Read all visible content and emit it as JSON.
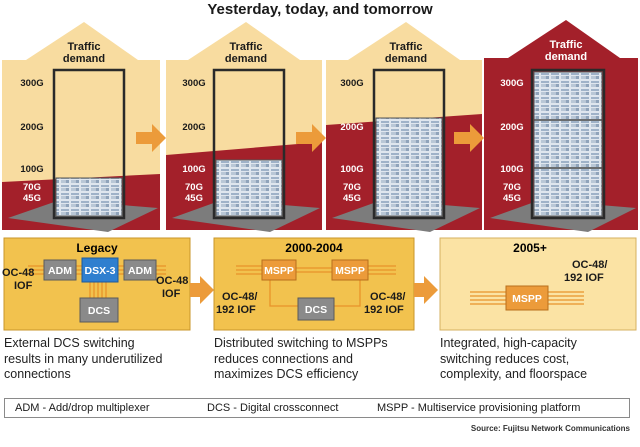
{
  "title": "Yesterday, today, and tomorrow",
  "stages": [
    {
      "arrow_label": [
        "Traffic",
        "demand"
      ],
      "ticks": [
        "300G",
        "200G",
        "100G",
        "70G",
        "45G"
      ]
    },
    {
      "arrow_label": [
        "Traffic",
        "demand"
      ],
      "ticks": [
        "300G",
        "200G",
        "100G",
        "70G",
        "45G"
      ]
    },
    {
      "arrow_label": [
        "Traffic",
        "demand"
      ],
      "ticks": [
        "300G",
        "200G",
        "100G",
        "70G",
        "45G"
      ]
    },
    {
      "arrow_label": [
        "Traffic",
        "demand"
      ],
      "ticks": [
        "300G",
        "200G",
        "100G",
        "70G",
        "45G"
      ]
    }
  ],
  "panels": [
    {
      "title": "Legacy",
      "labels": {
        "oc_left": [
          "OC-48",
          "IOF"
        ],
        "oc_right": [
          "OC-48",
          "IOF"
        ],
        "adm_left": "ADM",
        "dsx": "DSX-3",
        "adm_right": "ADM",
        "dcs": "DCS"
      }
    },
    {
      "title": "2000-2004",
      "labels": {
        "mspp_left": "MSPP",
        "mspp_right": "MSPP",
        "dcs": "DCS",
        "oc_left": [
          "OC-48/",
          "192 IOF"
        ],
        "oc_right": [
          "OC-48/",
          "192 IOF"
        ]
      }
    },
    {
      "title": "2005+",
      "labels": {
        "oc": [
          "OC-48/",
          "192 IOF"
        ],
        "mspp": "MSPP"
      }
    }
  ],
  "descriptions": [
    [
      "External DCS switching",
      "results in many underutilized",
      "connections"
    ],
    [
      "Distributed switching to MSPPs",
      "reduces connections and",
      "maximizes DCS efficiency"
    ],
    [
      "Integrated, high-capacity",
      "switching reduces cost,",
      "complexity, and floorspace"
    ]
  ],
  "legend": [
    "ADM - Add/drop multiplexer",
    "DCS - Digital crossconnect",
    "MSPP - Multiservice provisioning platform"
  ],
  "source": "Source: Fujitsu Network Communications",
  "colors": {
    "arrow_light": "#f8dca0",
    "arrow_dark": "#a3202a",
    "panel_fill": "#f2c24e",
    "panel_light": "#fbe3a4",
    "connector_arrow": "#ec9b3a",
    "device_blue": "#2f7fcf",
    "device_gray": "#8a8a8a",
    "floor_gray": "#7c7c7c"
  }
}
